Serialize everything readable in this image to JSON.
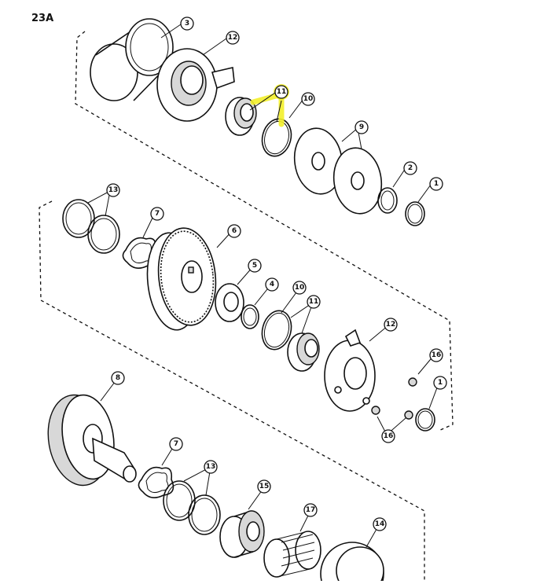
{
  "page_label": "23A",
  "colors": {
    "ink": "#111111",
    "highlight": "#f3ef2a",
    "paper": "#ffffff"
  },
  "callouts": [
    "1",
    "2",
    "3",
    "4",
    "5",
    "6",
    "7",
    "8",
    "9",
    "10",
    "11",
    "12",
    "13",
    "14",
    "15",
    "16",
    "17"
  ]
}
